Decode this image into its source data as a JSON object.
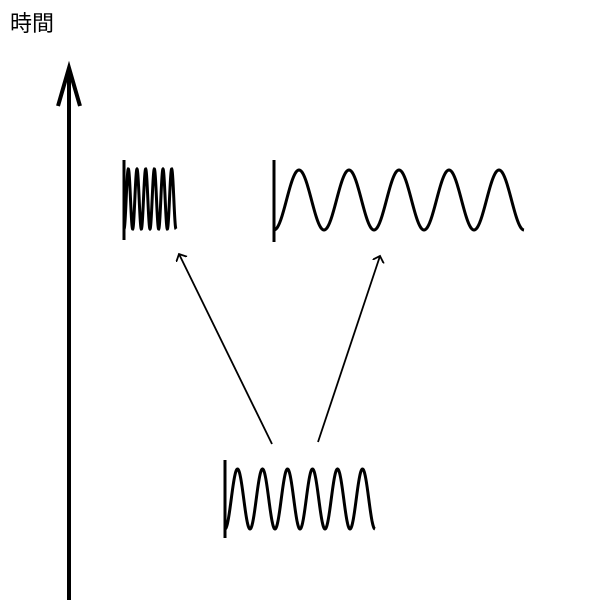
{
  "diagram": {
    "axis_label": "時間",
    "colors": {
      "stroke": "#000000",
      "background": "#ffffff"
    },
    "waves": [
      {
        "id": "wave-original",
        "cycles": 6
      },
      {
        "id": "wave-compressed",
        "cycles": 6
      },
      {
        "id": "wave-stretched",
        "cycles": 5
      }
    ]
  }
}
